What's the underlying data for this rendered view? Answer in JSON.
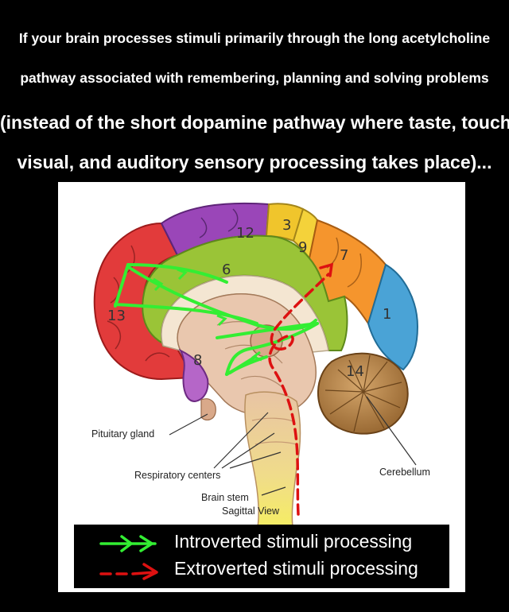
{
  "heading": {
    "line1": "If your brain processes stimuli primarily through the long acetylcholine",
    "line2": "pathway associated with  remembering, planning and solving problems",
    "line3": "(instead of the short dopamine pathway where taste, touch,",
    "line4": "visual, and auditory sensory processing takes place)..."
  },
  "diagram": {
    "area_numbers": [
      "12",
      "3",
      "9",
      "7",
      "6",
      "1",
      "13",
      "8",
      "14"
    ],
    "labels": {
      "pituitary": "Pituitary gland",
      "respiratory": "Respiratory centers",
      "cerebellum": "Cerebellum",
      "brainstem": "Brain stem",
      "sagittal": "Sagittal View"
    }
  },
  "legend": {
    "introverted": "Introverted stimuli processing",
    "extroverted": "Extroverted stimuli processing",
    "introverted_color": "#33ee33",
    "extroverted_color": "#dd1111"
  }
}
